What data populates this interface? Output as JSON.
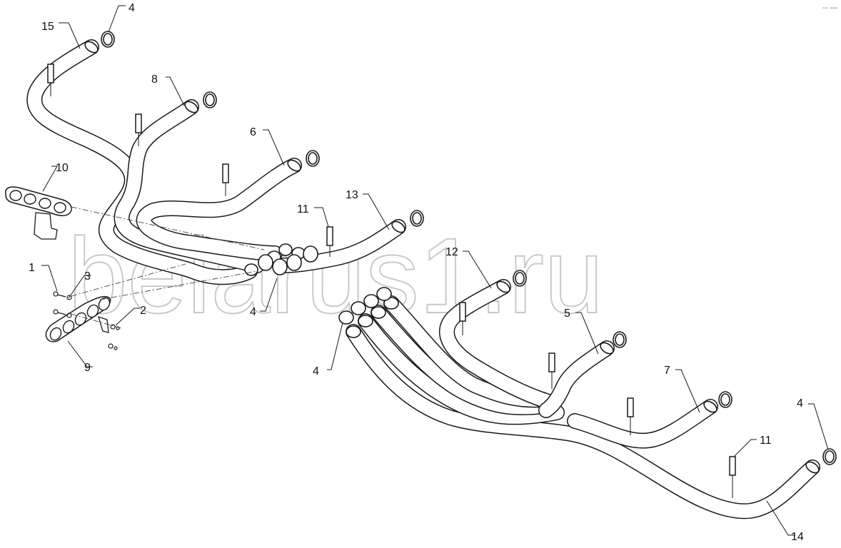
{
  "watermark": "belarus1.ru",
  "corner_mark": "-- —",
  "callouts": {
    "c15": "15",
    "c4_top": "4",
    "c8": "8",
    "c6": "6",
    "c10": "10",
    "c11_mid": "11",
    "c13": "13",
    "c12": "12",
    "c1": "1",
    "c3": "3",
    "c2": "2",
    "c4_mid": "4",
    "c9": "9",
    "c4_low": "4",
    "c5": "5",
    "c7": "7",
    "c4_right": "4",
    "c11_right": "11",
    "c14": "14"
  },
  "parts": {
    "hose_15": "hose",
    "hose_8": "hose",
    "hose_6": "hose",
    "hose_13": "hose",
    "hose_12": "hose",
    "hose_5": "hose",
    "hose_7": "hose",
    "hose_14": "hose",
    "clamp_4": "clamp",
    "tag_11": "tag",
    "bracket_10": "bracket",
    "bracket_9": "bracket",
    "bolt_1": "bolt",
    "washer_3": "washer",
    "nut_2": "nut"
  }
}
